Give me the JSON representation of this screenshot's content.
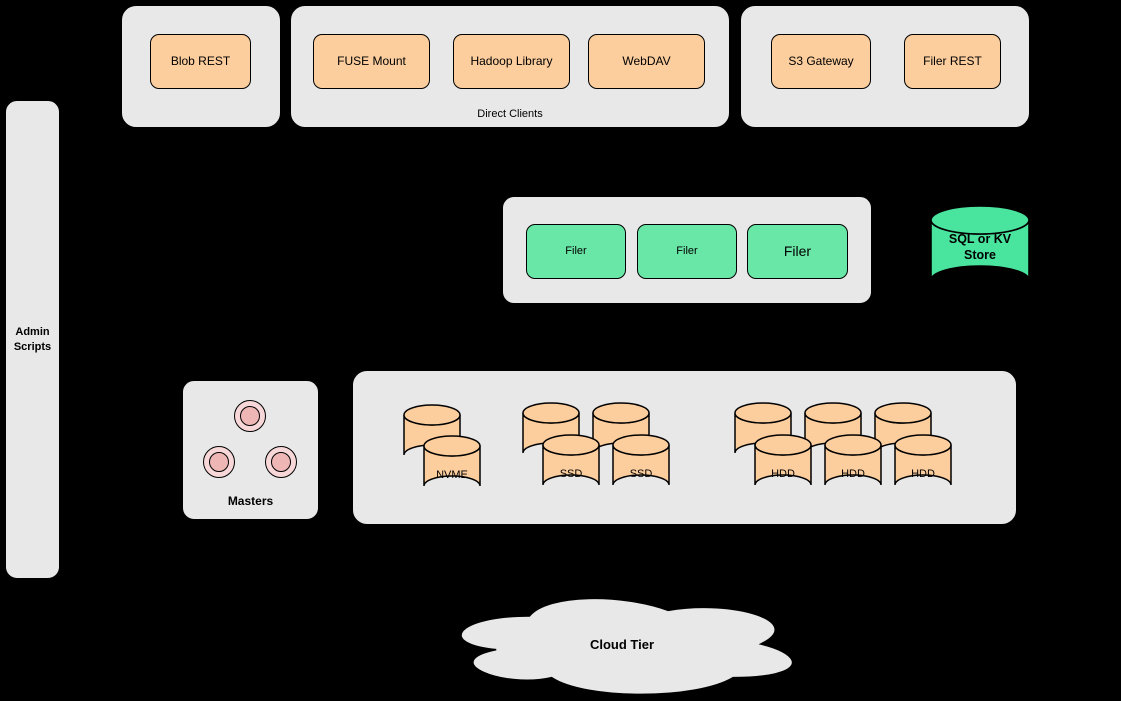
{
  "colors": {
    "background": "#000000",
    "container_gray": "#e8e8e8",
    "node_orange": "#fccd9d",
    "node_green": "#69e7a6",
    "cylinder_green": "#49e59e",
    "master_pink_outer": "#f7d7d7",
    "master_pink_inner": "#efb6b6",
    "stroke": "#000000"
  },
  "admin_panel": {
    "label": "Admin\nScripts"
  },
  "blob_group": {
    "nodes": [
      {
        "label": "Blob REST"
      }
    ]
  },
  "direct_clients_group": {
    "label": "Direct Clients",
    "nodes": [
      {
        "label": "FUSE Mount"
      },
      {
        "label": "Hadoop Library"
      },
      {
        "label": "WebDAV"
      }
    ]
  },
  "gateway_group": {
    "nodes": [
      {
        "label": "S3 Gateway"
      },
      {
        "label": "Filer REST"
      }
    ]
  },
  "filer_group": {
    "nodes": [
      {
        "label": "Filer"
      },
      {
        "label": "Filer"
      },
      {
        "label": "Filer"
      }
    ]
  },
  "metadata_store": {
    "label": "SQL or KV Store"
  },
  "masters_group": {
    "label": "Masters",
    "node_count": 3
  },
  "volume_group": {
    "nvme": {
      "label": "NVME"
    },
    "ssd": {
      "labels": [
        "SSD",
        "SSD"
      ]
    },
    "hdd": {
      "labels": [
        "HDD",
        "HDD",
        "HDD"
      ]
    }
  },
  "cloud_tier": {
    "label": "Cloud Tier"
  }
}
